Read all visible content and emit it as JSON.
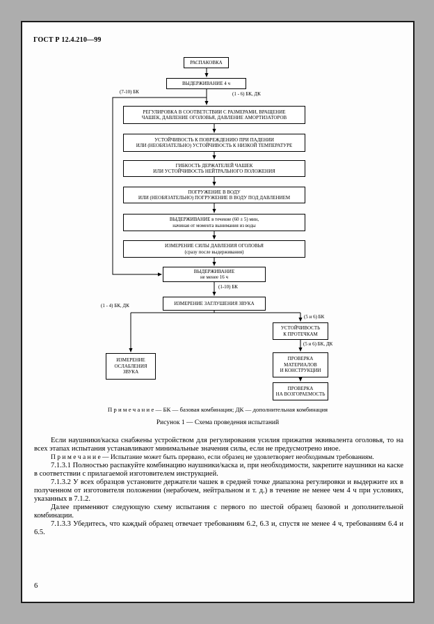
{
  "page": {
    "header": "ГОСТ Р 12.4.210—99",
    "page_number": "6"
  },
  "flowchart": {
    "boxes": [
      {
        "text": "РАСПАКОВКА"
      },
      {
        "text": "ВЫДЕРЖИВАНИЕ 4 ч"
      },
      {
        "text": "РЕГУЛИРОВКА В СООТВЕТСТВИИ С РАЗМЕРАМИ, ВРАЩЕНИЕ\nЧАШЕК, ДАВЛЕНИЕ ОГОЛОВЬЯ, ДАВЛЕНИЕ АМОРТИЗАТОРОВ"
      },
      {
        "text": "УСТОЙЧИВОСТЬ К ПОВРЕЖДЕНИЮ ПРИ ПАДЕНИИ\nИЛИ (НЕОБЯЗАТЕЛЬНО) УСТОЙЧИВОСТЬ К НИЗКОЙ ТЕМПЕРАТУРЕ"
      },
      {
        "text": "ГИБКОСТЬ ДЕРЖАТЕЛЕЙ ЧАШЕК\nИЛИ УСТОЙЧИВОСТЬ НЕЙТРАЛЬНОГО ПОЛОЖЕНИЯ"
      },
      {
        "text": "ПОГРУЖЕНИЕ В ВОДУ\nИЛИ (НЕОБЯЗАТЕЛЬНО) ПОГРУЖЕНИЕ В ВОДУ ПОД ДАВЛЕНИЕМ"
      },
      {
        "text": "ВЫДЕРЖИВАНИЕ в течение (60 ± 5) мин,\nначиная от момента вынимания из воды"
      },
      {
        "text": "ИЗМЕРЕНИЕ СИЛЫ ДАВЛЕНИЯ ОГОЛОВЬЯ\n(сразу после выдерживания)"
      },
      {
        "text": "ВЫДЕРЖИВАНИЕ\nне менее 16 ч"
      },
      {
        "text": "ИЗМЕРЕНИЕ ЗАГЛУШЕНИЯ ЗВУКА"
      },
      {
        "text": "ИЗМЕРЕНИЕ\nОСЛАБЛЕНИЯ\nЗВУКА"
      },
      {
        "text": "УСТОЙЧИВОСТЬ\nК ПРОТЕЧКАМ"
      },
      {
        "text": "ПРОВЕРКА\nМАТЕРИАЛОВ\nИ КОНСТРУКЦИИ"
      },
      {
        "text": "ПРОВЕРКА\nНА ВОЗГОРАЕМОСТЬ"
      }
    ],
    "labels": [
      {
        "text": "(7-10) БК"
      },
      {
        "text": "(1 - 6) БК, ДК"
      },
      {
        "text": "(1-10) БК"
      },
      {
        "text": "(1 - 4) БК, ДК"
      },
      {
        "text": "(5 и 6) БК"
      },
      {
        "text": "(5 и 6) БК, ДК"
      }
    ]
  },
  "figure": {
    "note": "П р и м е ч а н и е — БК — базовая комбинация; ДК — дополнительная комбинация",
    "caption": "Рисунок 1 — Схема проведения испытаний"
  },
  "body": {
    "paragraphs": [
      "Если наушники/каска снабжены устройством для регулирования усилия прижатия эквивалента оголовья, то на всех этапах испытания устанавливают минимальные значения силы, если не предусмотрено иное.",
      "П р и м е ч а н и е — Испытание может быть прервано, если образец не удовлетворяет необходимым требованиям.",
      "7.1.3.1 Полностью распакуйте комбинацию наушники/каска и, при необходимости, закрепите наушники на каске в соответствии с прилагаемой изготовителем инструкцией.",
      "7.1.3.2 У всех образцов установите держатели чашек в средней точке диапазона регулировки и выдержите их в полученном от изготовителя положении (нерабочем, нейтральном и т. д.) в течение не менее чем 4 ч при условиях, указанных в 7.1.2.",
      "Далее применяют следующую схему испытания с первого по шестой образец базовой и дополнительной комбинации.",
      "7.1.3.3 Убедитесь, что каждый образец отвечает требованиям 6.2, 6.3 и, спустя не менее 4 ч, требованиям 6.4 и 6.5."
    ]
  }
}
